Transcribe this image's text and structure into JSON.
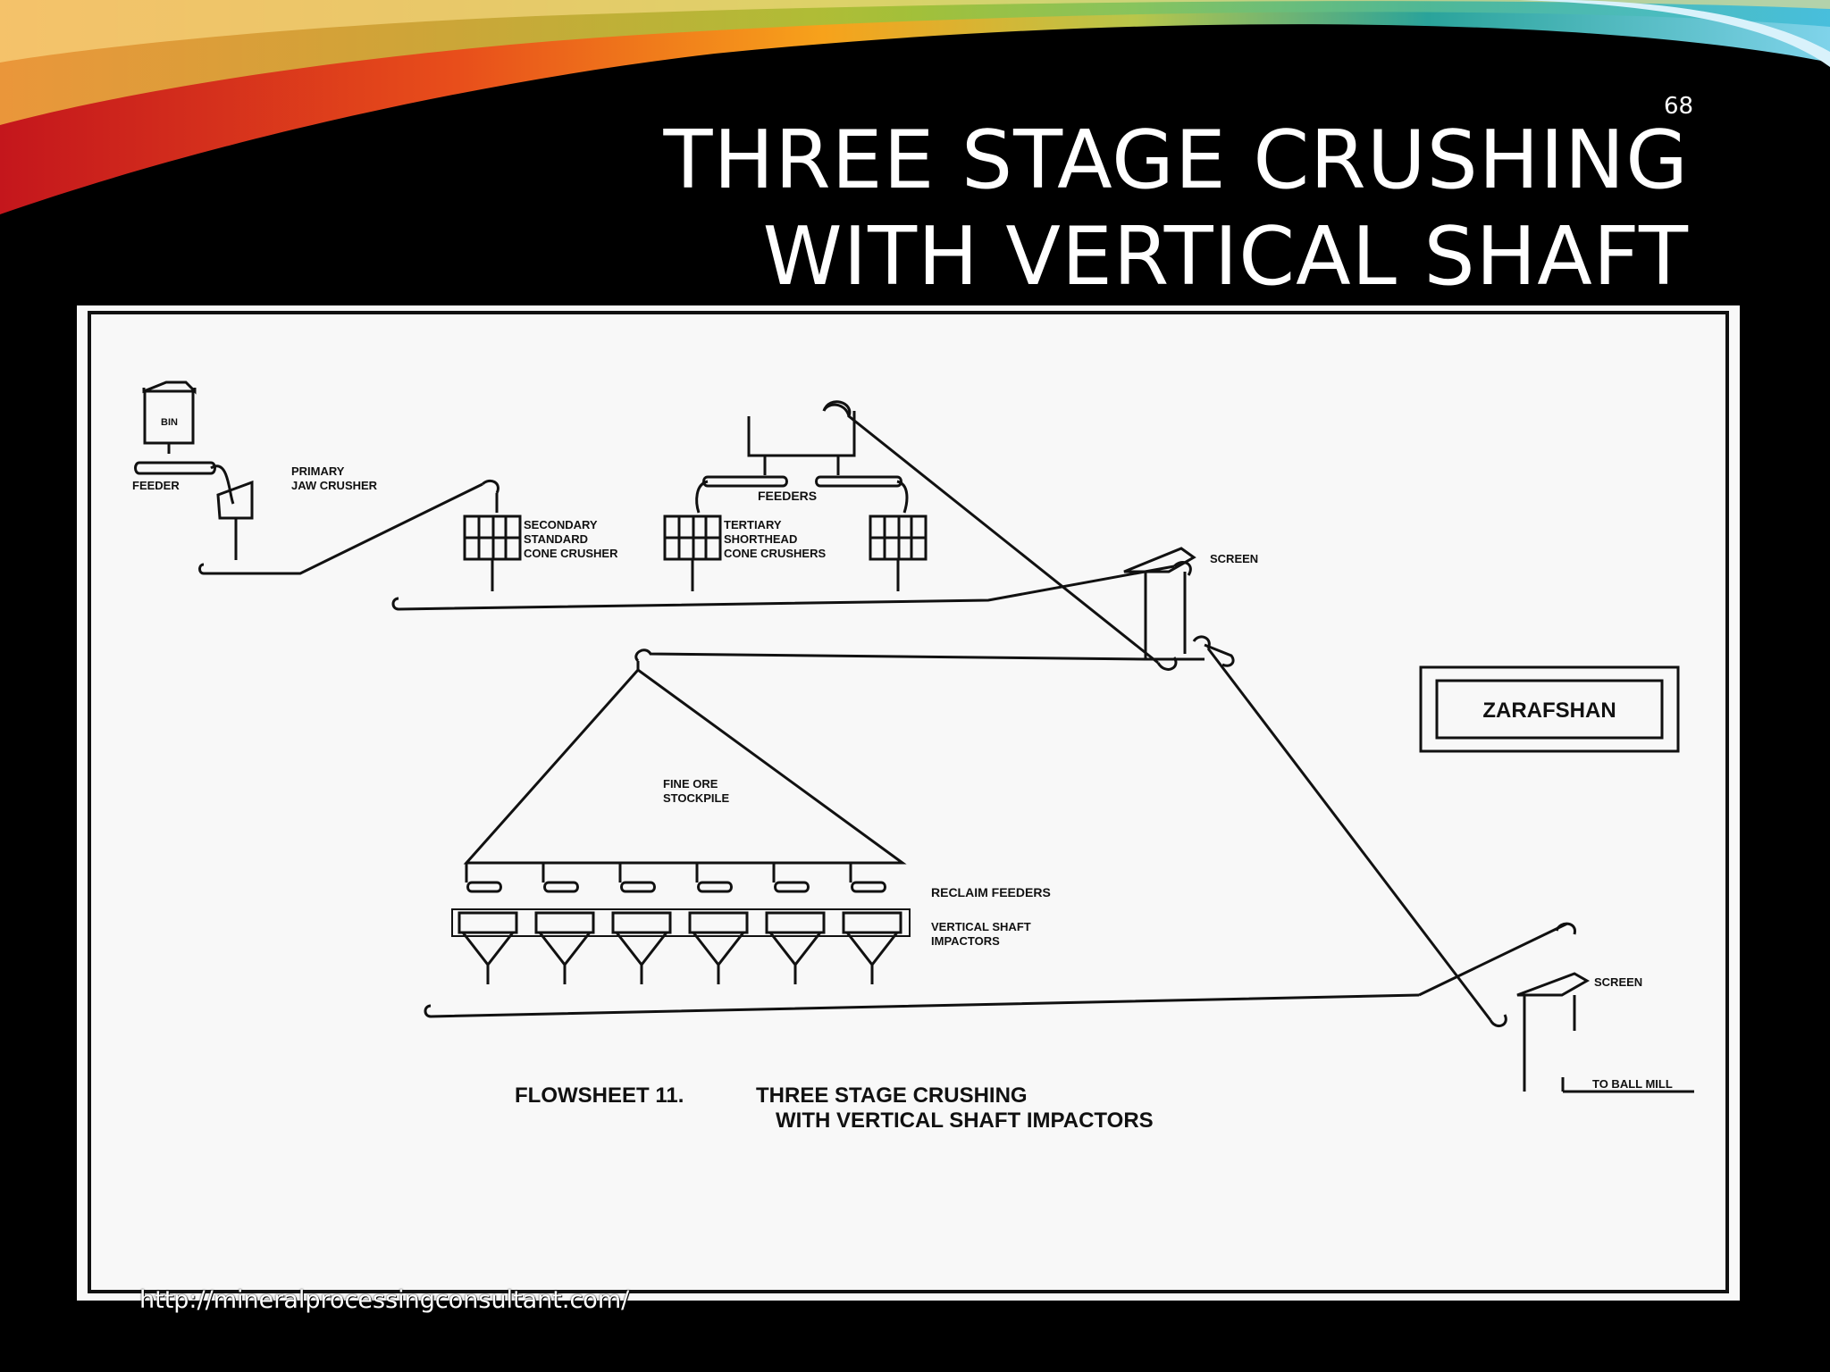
{
  "slide": {
    "page_number": "68",
    "title_line1": "THREE STAGE CRUSHING",
    "title_line2": "WITH VERTICAL SHAFT",
    "footer_url": "http://mineralprocessingconsultant.com/"
  },
  "diagram": {
    "bin": "BIN",
    "feeder": "FEEDER",
    "primary_1": "PRIMARY",
    "primary_2": "JAW CRUSHER",
    "feeders": "FEEDERS",
    "secondary_1": "SECONDARY",
    "secondary_2": "STANDARD",
    "secondary_3": "CONE CRUSHER",
    "tertiary_1": "TERTIARY",
    "tertiary_2": "SHORTHEAD",
    "tertiary_3": "CONE CRUSHERS",
    "screen_1": "SCREEN",
    "stockpile_1": "FINE ORE",
    "stockpile_2": "STOCKPILE",
    "reclaim": "RECLAIM FEEDERS",
    "vsi_1": "VERTICAL SHAFT",
    "vsi_2": "IMPACTORS",
    "screen_2": "SCREEN",
    "ball_mill": "TO BALL MILL",
    "logo": "ZARAFSHAN",
    "caption_1": "FLOWSHEET 11.",
    "caption_2": "THREE STAGE CRUSHING",
    "caption_3": "WITH VERTICAL SHAFT IMPACTORS"
  },
  "colors": {
    "background": "#000000",
    "panel": "#f8f8f8",
    "ink": "#111111",
    "swoosh_warm": "#e2231a",
    "swoosh_gold": "#f7a21b",
    "swoosh_cool": "#35b8d8"
  }
}
